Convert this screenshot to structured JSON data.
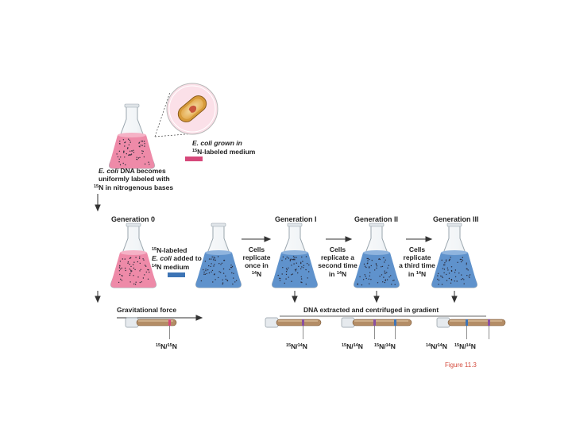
{
  "grown_line1": "E. coli grown in",
  "grown_line2": "N-labeled medium",
  "grown_sup": "15",
  "becomes_line1_a": "E. coli",
  "becomes_line1_b": " DNA becomes",
  "becomes_line2": "uniformly labeled with",
  "becomes_line3": "N in nitrogenous bases",
  "becomes_sup": "15",
  "gen0": "Generation 0",
  "gen1": "Generation I",
  "gen2": "Generation II",
  "gen3": "Generation III",
  "added_l1": "N-labeled",
  "added_l1_sup": "15",
  "added_l2_a": "E. coli",
  "added_l2_b": " added to",
  "added_l3": "N medium",
  "added_l3_sup": "14",
  "step1": {
    "l1": "Cells",
    "l2": "replicate",
    "l3": "once in",
    "l4": "N",
    "sup": "14"
  },
  "step2": {
    "l1": "Cells",
    "l2": "replicate a",
    "l3": "second time",
    "l4": "in ",
    "l4b": "N",
    "sup": "14"
  },
  "step3": {
    "l1": "Cells",
    "l2": "replicate",
    "l3": "a third time",
    "l4": "in ",
    "l4b": "N",
    "sup": "14"
  },
  "grav": "Gravitational force",
  "extracted": "DNA extracted and centrifuged in gradient",
  "band_labels": [
    {
      "a": "15",
      "b": "N/",
      "c": "15",
      "d": "N"
    },
    {
      "a": "15",
      "b": "N/",
      "c": "14",
      "d": "N"
    },
    {
      "a": "15",
      "b": "N/",
      "c": "14",
      "d": "N"
    },
    {
      "a": "15",
      "b": "N/",
      "c": "14",
      "d": "N"
    },
    {
      "a": "14",
      "b": "N/",
      "c": "14",
      "d": "N"
    },
    {
      "a": "15",
      "b": "N/",
      "c": "14",
      "d": "N"
    }
  ],
  "figure_caption": "Figure 11.3",
  "colors": {
    "heavy": "#d6487a",
    "light": "#3d74b5",
    "medium_pink": "#ee8aa8",
    "medium_blue": "#5f92cc",
    "tube": "#b48d66"
  }
}
